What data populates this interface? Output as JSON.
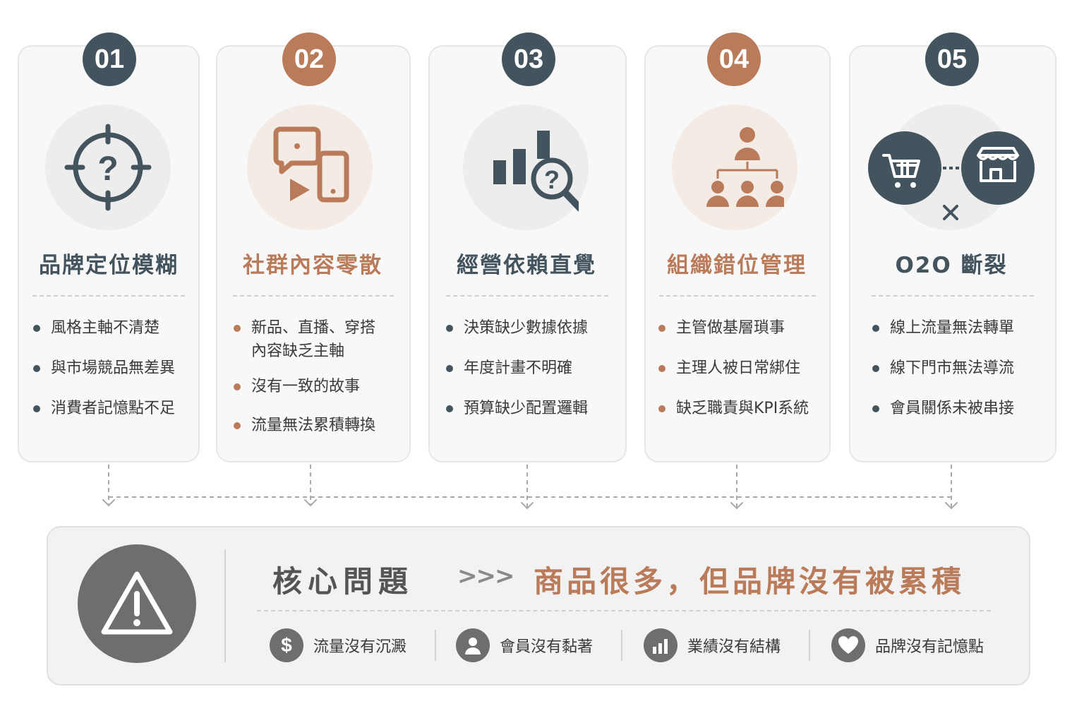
{
  "colors": {
    "slate": "#44545e",
    "copper": "#b97b5a",
    "slate_bg": "#ededed",
    "copper_bg": "#f4ebe5",
    "gray": "#6e6e6e"
  },
  "cards": [
    {
      "number": "01",
      "title": "品牌定位模糊",
      "accent": "slate",
      "icon": "target-question-icon",
      "bullets": [
        "風格主軸不清楚",
        "與市場競品無差異",
        "消費者記憶點不足"
      ]
    },
    {
      "number": "02",
      "title": "社群內容零散",
      "accent": "copper",
      "icon": "chat-play-phone-icon",
      "bullets": [
        "新品、直播、穿搭\n內容缺乏主軸",
        "沒有一致的故事",
        "流量無法累積轉換"
      ]
    },
    {
      "number": "03",
      "title": "經營依賴直覺",
      "accent": "slate",
      "icon": "bar-chart-magnifier-icon",
      "bullets": [
        "決策缺少數據依據",
        "年度計畫不明確",
        "預算缺少配置邏輯"
      ]
    },
    {
      "number": "04",
      "title": "組織錯位管理",
      "accent": "copper",
      "icon": "org-chart-icon",
      "bullets": [
        "主管做基層瑣事",
        "主理人被日常綁住",
        "缺乏職責與KPI系統"
      ]
    },
    {
      "number": "05",
      "title": "O2O 斷裂",
      "accent": "slate",
      "icon": "cart-store-broken-link-icon",
      "bullets": [
        "線上流量無法轉單",
        "線下門市無法導流",
        "會員關係未被串接"
      ]
    }
  ],
  "core": {
    "label": "核心問題",
    "arrow": ">>>",
    "statement": "商品很多，但品牌沒有被累積",
    "effects": [
      {
        "icon": "dollar-icon",
        "text": "流量沒有沉澱"
      },
      {
        "icon": "user-icon",
        "text": "會員沒有黏著"
      },
      {
        "icon": "bar-chart-icon",
        "text": "業績沒有結構"
      },
      {
        "icon": "heart-icon",
        "text": "品牌沒有記憶點"
      }
    ]
  }
}
